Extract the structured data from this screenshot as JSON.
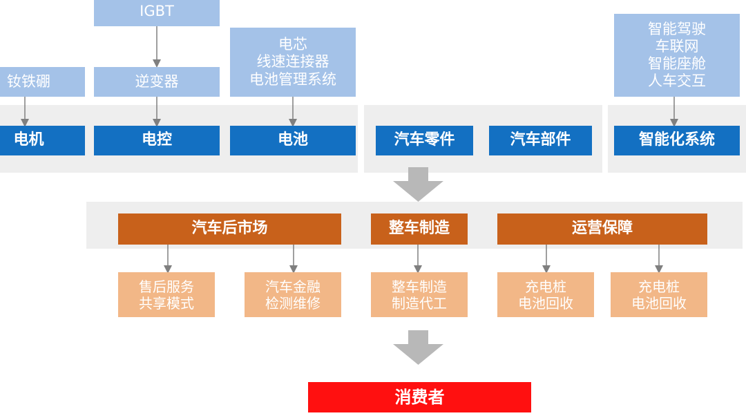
{
  "supply": {
    "top": {
      "magnet": [
        "钕铁硼"
      ],
      "igbt": [
        "IGBT"
      ],
      "inverter": [
        "逆变器"
      ],
      "battery_parts": [
        "电芯",
        "线速连接器",
        "电池管理系统"
      ],
      "smart_features": [
        "智能驾驶",
        "车联网",
        "智能座舱",
        "人车交互"
      ]
    },
    "components": {
      "motor": "电机",
      "controller": "电控",
      "battery": "电池",
      "auto_parts": "汽车零件",
      "auto_components": "汽车部件",
      "smart_system": "智能化系统"
    }
  },
  "midstream": {
    "aftermarket": "汽车后市场",
    "manufacturing": "整车制造",
    "operations": "运营保障"
  },
  "services": {
    "after_sales": [
      "售后服务",
      "共享模式"
    ],
    "finance": [
      "汽车金融",
      "检测维修"
    ],
    "manufacturing": [
      "整车制造",
      "制造代工"
    ],
    "charging_1": [
      "充电桩",
      "电池回收"
    ],
    "charging_2": [
      "充电桩",
      "电池回收"
    ]
  },
  "consumer": "消费者",
  "colors": {
    "light_blue": "#a4c2e8",
    "blue": "#1370c2",
    "orange": "#c8611b",
    "peach": "#f2b787",
    "red": "#ff1010",
    "panel_gray": "#eeeeee",
    "arrow_gray": "#b8b8b8"
  }
}
